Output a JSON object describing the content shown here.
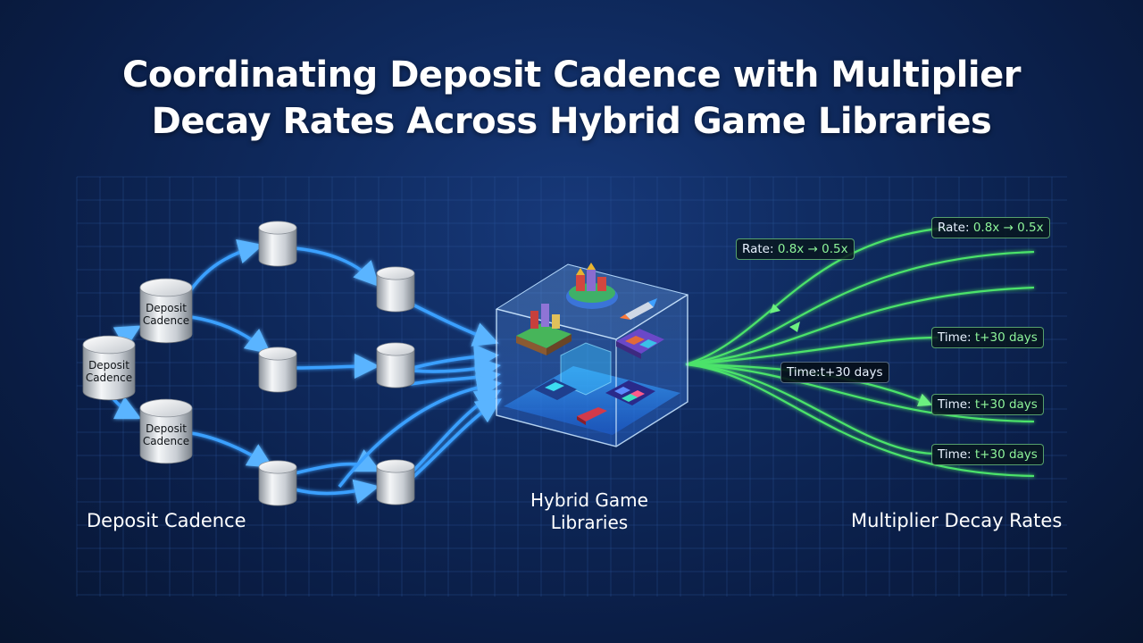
{
  "title": {
    "line1": "Coordinating Deposit Cadence with Multiplier",
    "line2": "Decay Rates Across Hybrid Game Libraries"
  },
  "sections": {
    "deposit": "Deposit Cadence",
    "library_line1": "Hybrid Game",
    "library_line2": "Libraries",
    "decay": "Multiplier Decay Rates"
  },
  "deposit_nodes": {
    "line1": "Deposit",
    "line2": "Cadence"
  },
  "tags": [
    {
      "label": "Rate:",
      "value": "0.8x → 0.5x"
    },
    {
      "label": "Rate:",
      "value": "0.8x → 0.5x"
    },
    {
      "label": "Time:",
      "value": "t+30 days"
    },
    {
      "label": "Time:",
      "value": "t+30 days"
    },
    {
      "label": "Time:",
      "value": "t+30 days"
    },
    {
      "label": "Time:",
      "value": "t+30 days"
    }
  ],
  "colors": {
    "deposit_flow": "#3aa0ff",
    "decay_flow": "#4ce36a",
    "cube": "#5aa8ff"
  }
}
